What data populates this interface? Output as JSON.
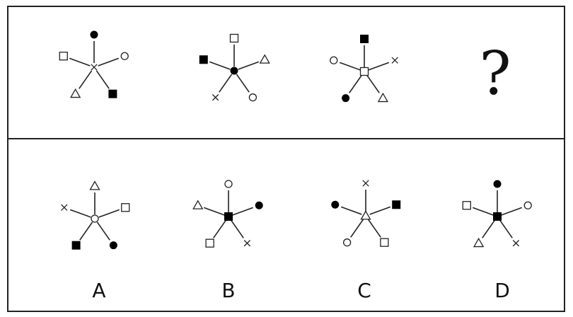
{
  "question_mark": "?",
  "colors": {
    "ink": "#222222",
    "fill": "#000000",
    "background": "#ffffff"
  },
  "sequence": [
    {
      "center": "cross",
      "arms": [
        "filled-circle",
        "hollow-circle",
        "filled-square",
        "hollow-triangle",
        "hollow-square"
      ]
    },
    {
      "center": "filled-circle",
      "arms": [
        "hollow-square",
        "hollow-triangle",
        "hollow-circle",
        "cross",
        "filled-square"
      ]
    },
    {
      "center": "hollow-square",
      "arms": [
        "filled-square",
        "cross",
        "hollow-triangle",
        "filled-circle",
        "hollow-circle"
      ]
    }
  ],
  "options": [
    {
      "label": "A",
      "center": "hollow-circle",
      "arms": [
        "hollow-triangle",
        "hollow-square",
        "filled-circle",
        "filled-square",
        "cross"
      ]
    },
    {
      "label": "B",
      "center": "filled-square",
      "arms": [
        "hollow-circle",
        "filled-circle",
        "cross",
        "hollow-square",
        "hollow-triangle"
      ]
    },
    {
      "label": "C",
      "center": "hollow-triangle",
      "arms": [
        "cross",
        "filled-square",
        "hollow-square",
        "hollow-circle",
        "filled-circle"
      ]
    },
    {
      "label": "D",
      "center": "filled-square",
      "arms": [
        "filled-circle",
        "hollow-circle",
        "cross",
        "hollow-triangle",
        "hollow-square"
      ]
    }
  ]
}
